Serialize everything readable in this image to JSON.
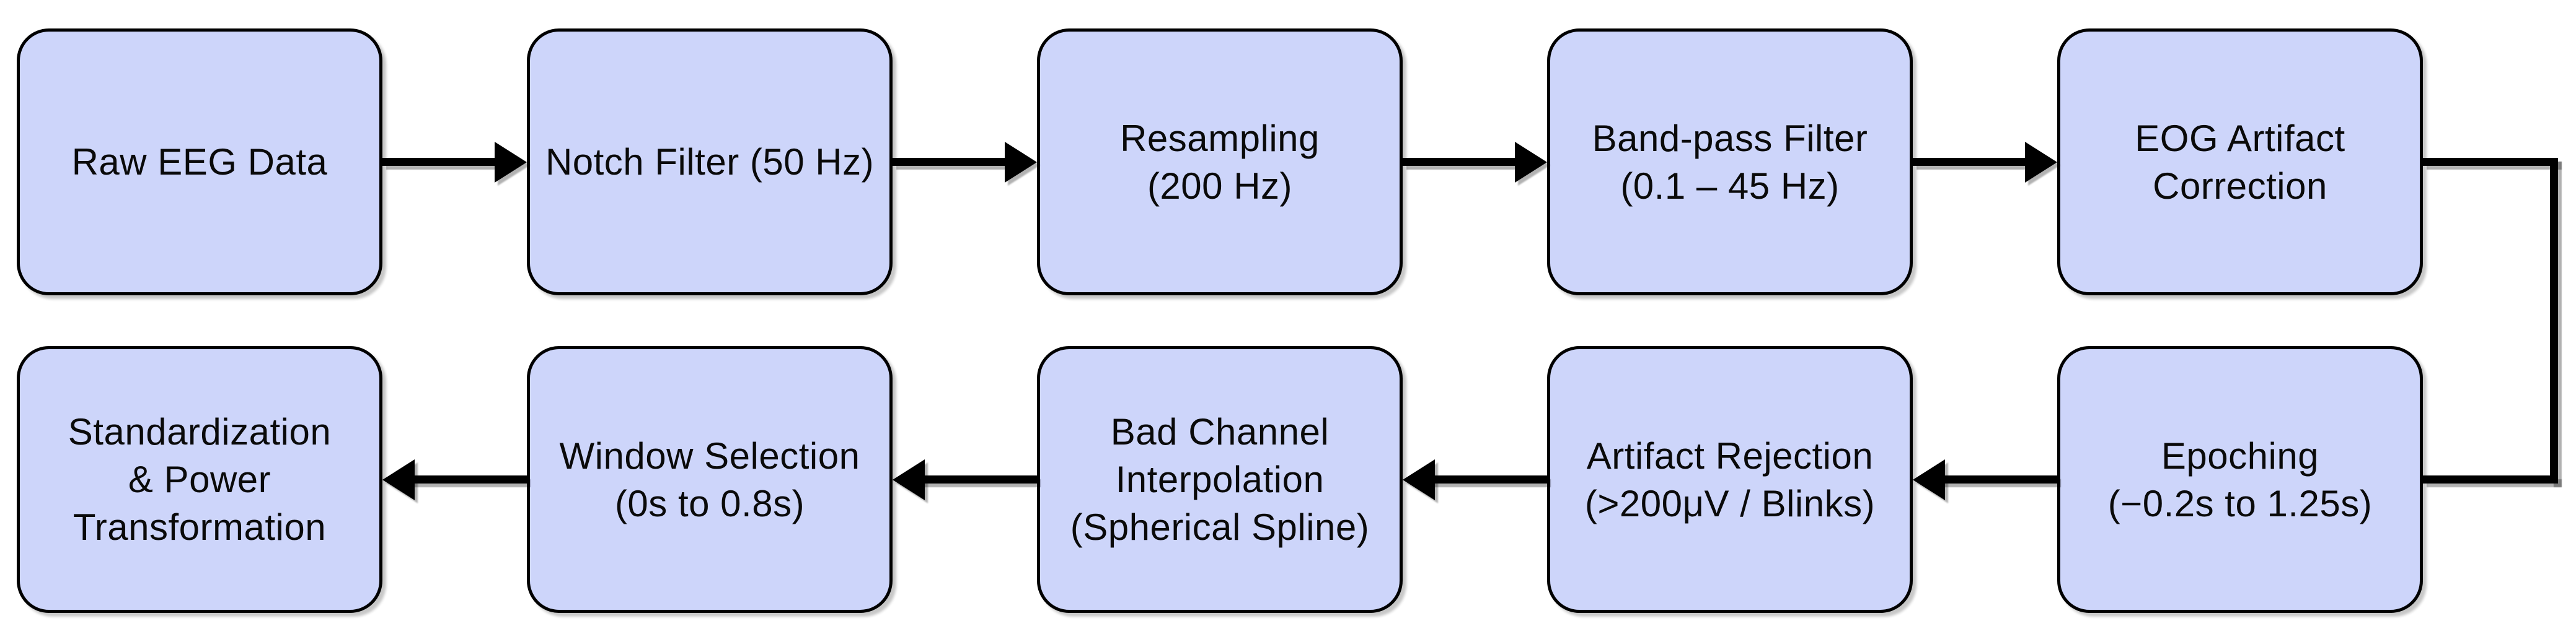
{
  "colors": {
    "node_fill": "#CDD5FA",
    "node_border": "#000000",
    "arrow": "#000000",
    "background": "#FFFFFF",
    "text": "#0A0A0A"
  },
  "flow": {
    "description": "EEG preprocessing pipeline flowchart, two rows; top row flows left-to-right, wraps via elbow connector to bottom row flowing right-to-left",
    "rows": [
      {
        "direction": "right",
        "nodes": [
          {
            "id": "raw-eeg-data",
            "lines": [
              "Raw EEG Data"
            ]
          },
          {
            "id": "notch-filter",
            "lines": [
              "Notch Filter (50 Hz)"
            ]
          },
          {
            "id": "resampling",
            "lines": [
              "Resampling",
              "(200 Hz)"
            ]
          },
          {
            "id": "band-pass-filter",
            "lines": [
              "Band-pass Filter",
              "(0.1 – 45 Hz)"
            ]
          },
          {
            "id": "eog-artifact-correction",
            "lines": [
              "EOG Artifact",
              "Correction"
            ]
          }
        ]
      },
      {
        "direction": "left",
        "nodes": [
          {
            "id": "standardization-power-transformation",
            "lines": [
              "Standardization",
              "& Power",
              "Transformation"
            ]
          },
          {
            "id": "window-selection",
            "lines": [
              "Window Selection",
              "(0s to 0.8s)"
            ]
          },
          {
            "id": "bad-channel-interpolation",
            "lines": [
              "Bad Channel",
              "Interpolation",
              "(Spherical Spline)"
            ]
          },
          {
            "id": "artifact-rejection",
            "lines": [
              "Artifact Rejection",
              "(>200μV / Blinks)"
            ]
          },
          {
            "id": "epoching",
            "lines": [
              "Epoching",
              "(−0.2s to 1.25s)"
            ]
          }
        ]
      }
    ],
    "connector": {
      "from": "eog-artifact-correction",
      "to": "epoching",
      "shape": "elbow-right-down-left"
    }
  }
}
